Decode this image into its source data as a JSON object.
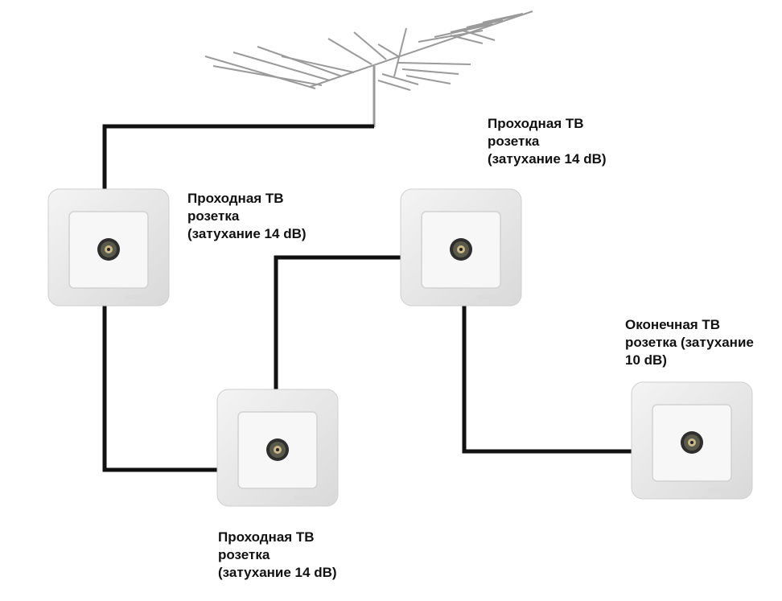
{
  "colors": {
    "cable": "#111111",
    "socket_frame": "#e9e9e9",
    "socket_insert": "#f6f6f6",
    "connector": "#3a3a3a",
    "antenna": "#9a9a9a"
  },
  "icons": {
    "antenna": "tv-antenna-icon",
    "socket": "tv-socket-icon"
  },
  "labels": {
    "socket1": [
      "Проходная ТВ",
      "розетка",
      "(затухание 14 dB)"
    ],
    "socket2": [
      "Проходная ТВ",
      "розетка",
      "(затухание 14 dB)"
    ],
    "socket3": [
      "Проходная ТВ",
      "розетка",
      "(затухание 14 dB)"
    ],
    "socket4": [
      "Оконечная ТВ",
      "розетка (затухание",
      "10 dB)"
    ]
  }
}
